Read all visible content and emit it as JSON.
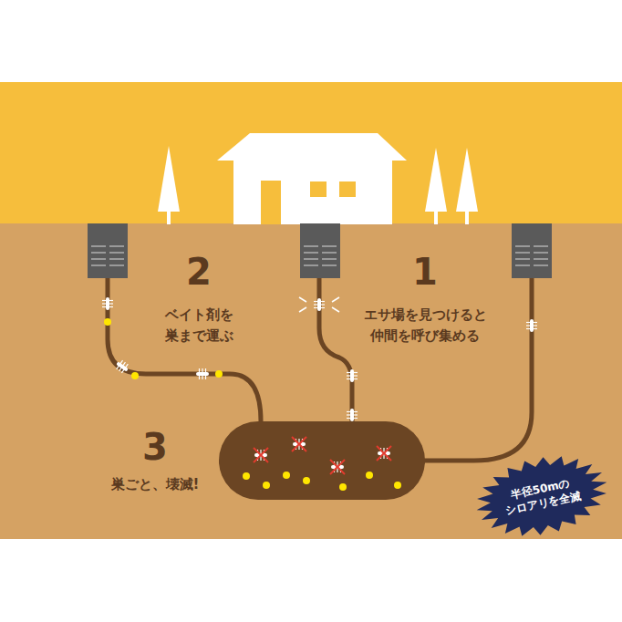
{
  "diagram": {
    "nodes": [
      {
        "text": [
          "半径50mの シロアリを全滅"
        ]
      }
    ],
    "labels": [
      "2",
      "ベイト剤を 巣まで運ぶ",
      "1",
      "エサ場を見つけると 仲間を呼び集める",
      "3",
      "巣ごと、壊滅!"
    ]
  }
}
